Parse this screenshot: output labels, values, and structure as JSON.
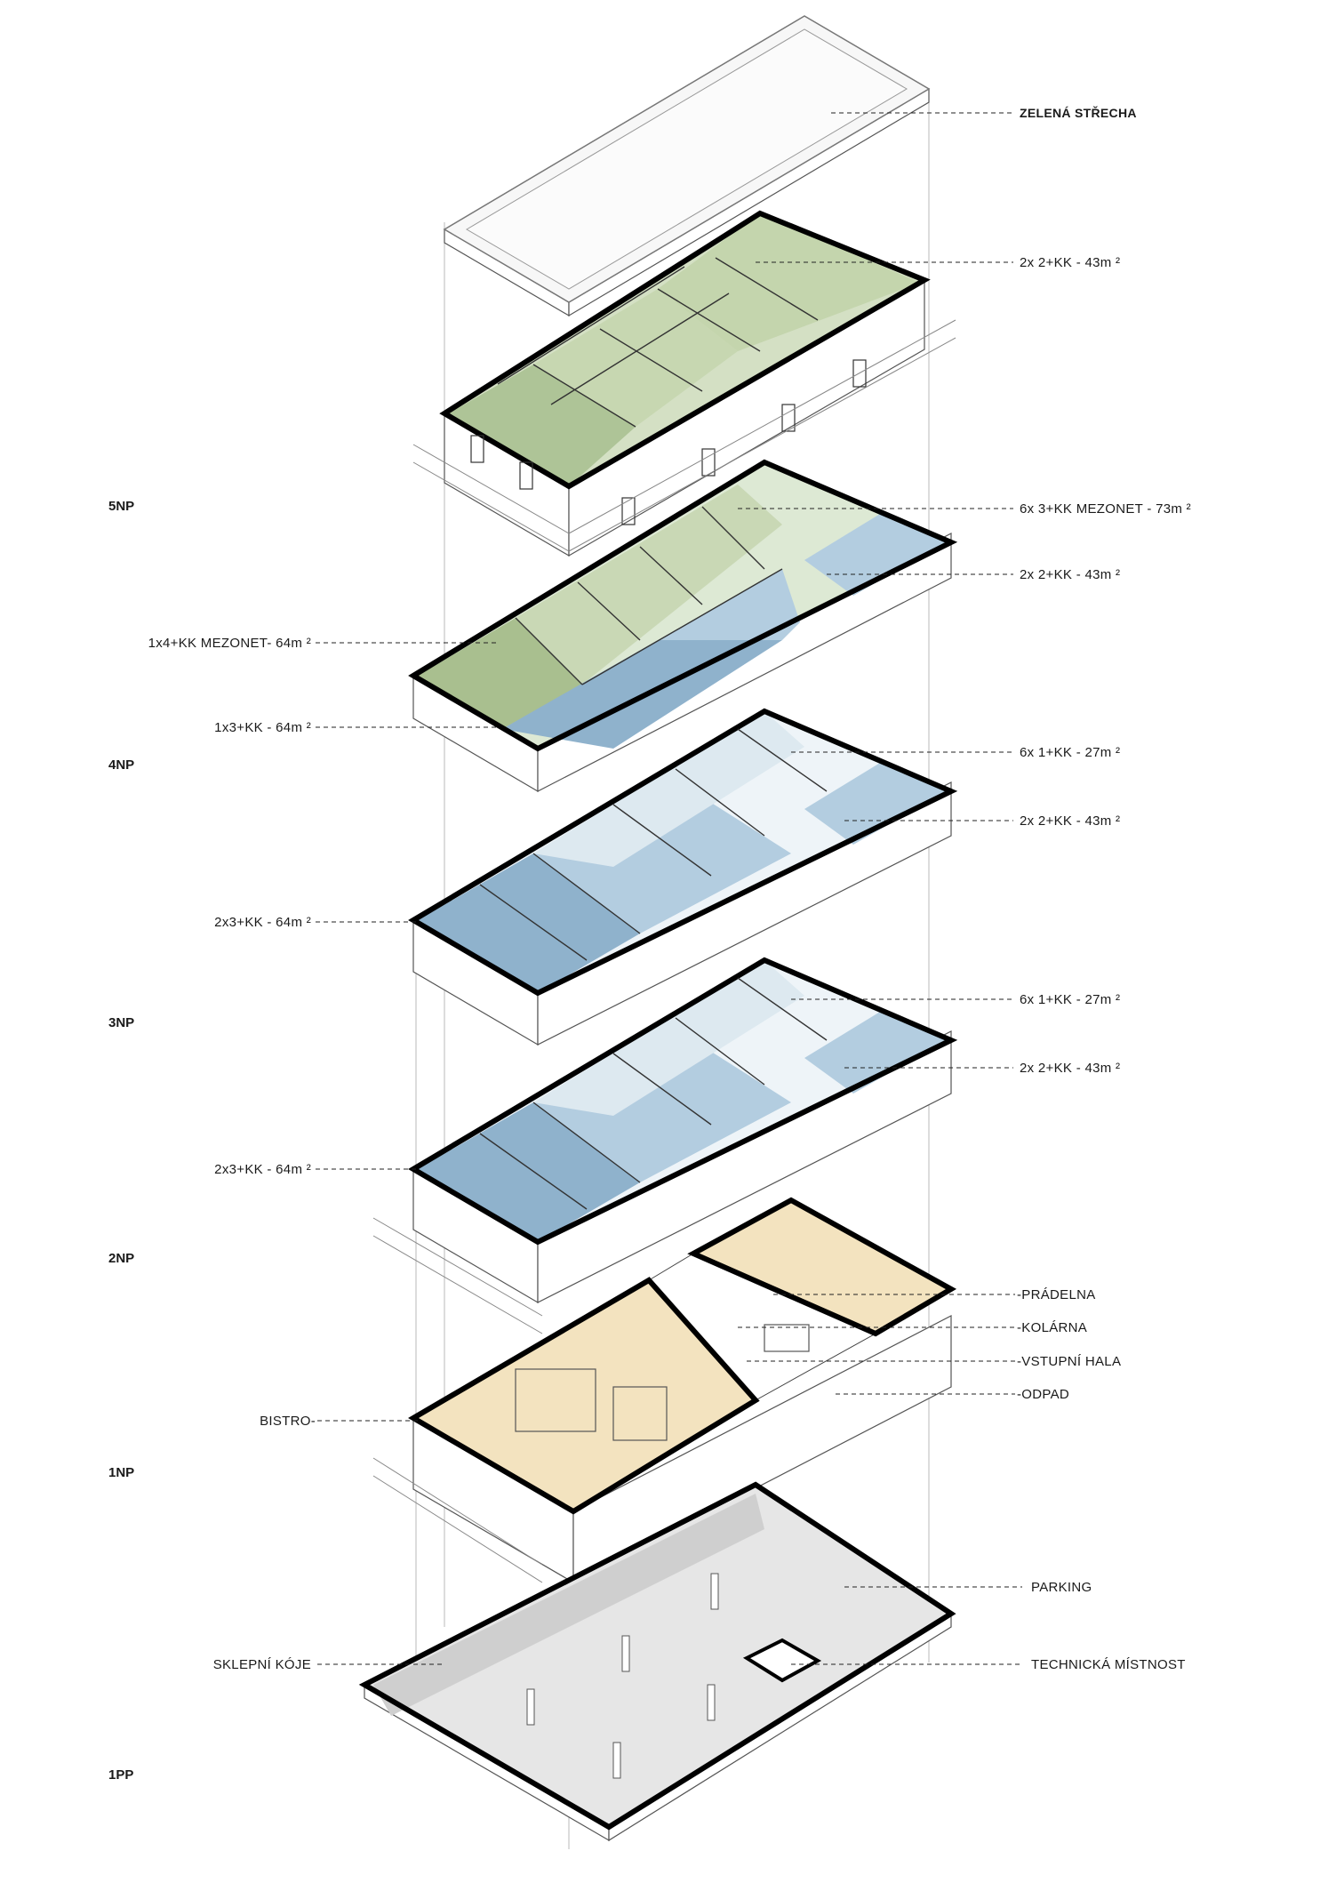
{
  "colors": {
    "green": "#c9d8b5",
    "green_dark": "#a9bf8f",
    "blue_light": "#dde9f0",
    "blue": "#b3cde0",
    "blue_dark": "#8fb2cc",
    "yellow": "#f3e3bf",
    "grey": "#e6e6e6",
    "roof": "#f7f7f7"
  },
  "floors": [
    {
      "id": "5NP",
      "label": "5NP"
    },
    {
      "id": "4NP",
      "label": "4NP"
    },
    {
      "id": "3NP",
      "label": "3NP"
    },
    {
      "id": "2NP",
      "label": "2NP"
    },
    {
      "id": "1NP",
      "label": "1NP"
    },
    {
      "id": "1PP",
      "label": "1PP"
    }
  ],
  "callouts": {
    "roof": "ZELENÁ STŘECHA",
    "np5_right": "2x 2+KK - 43m ²",
    "np4_right_1": "6x 3+KK MEZONET - 73m ²",
    "np4_right_2": "2x 2+KK - 43m ²",
    "np4_left_1": "1x4+KK MEZONET- 64m ²",
    "np4_left_2": "1x3+KK - 64m ²",
    "np3_right_1": "6x 1+KK - 27m ²",
    "np3_right_2": "2x 2+KK - 43m ²",
    "np3_left": "2x3+KK - 64m ²",
    "np2_right_1": "6x 1+KK - 27m ²",
    "np2_right_2": "2x 2+KK - 43m ²",
    "np2_left": "2x3+KK - 64m ²",
    "np1_pradelna": "-PRÁDELNA",
    "np1_kolarna": "-KOLÁRNA",
    "np1_vstupni": "-VSTUPNÍ HALA",
    "np1_odpad": "-ODPAD",
    "np1_bistro": "BISTRO-",
    "pp_parking": "PARKING",
    "pp_technicka": "TECHNICKÁ MÍSTNOST",
    "pp_sklepni": "SKLEPNÍ KÓJE"
  }
}
